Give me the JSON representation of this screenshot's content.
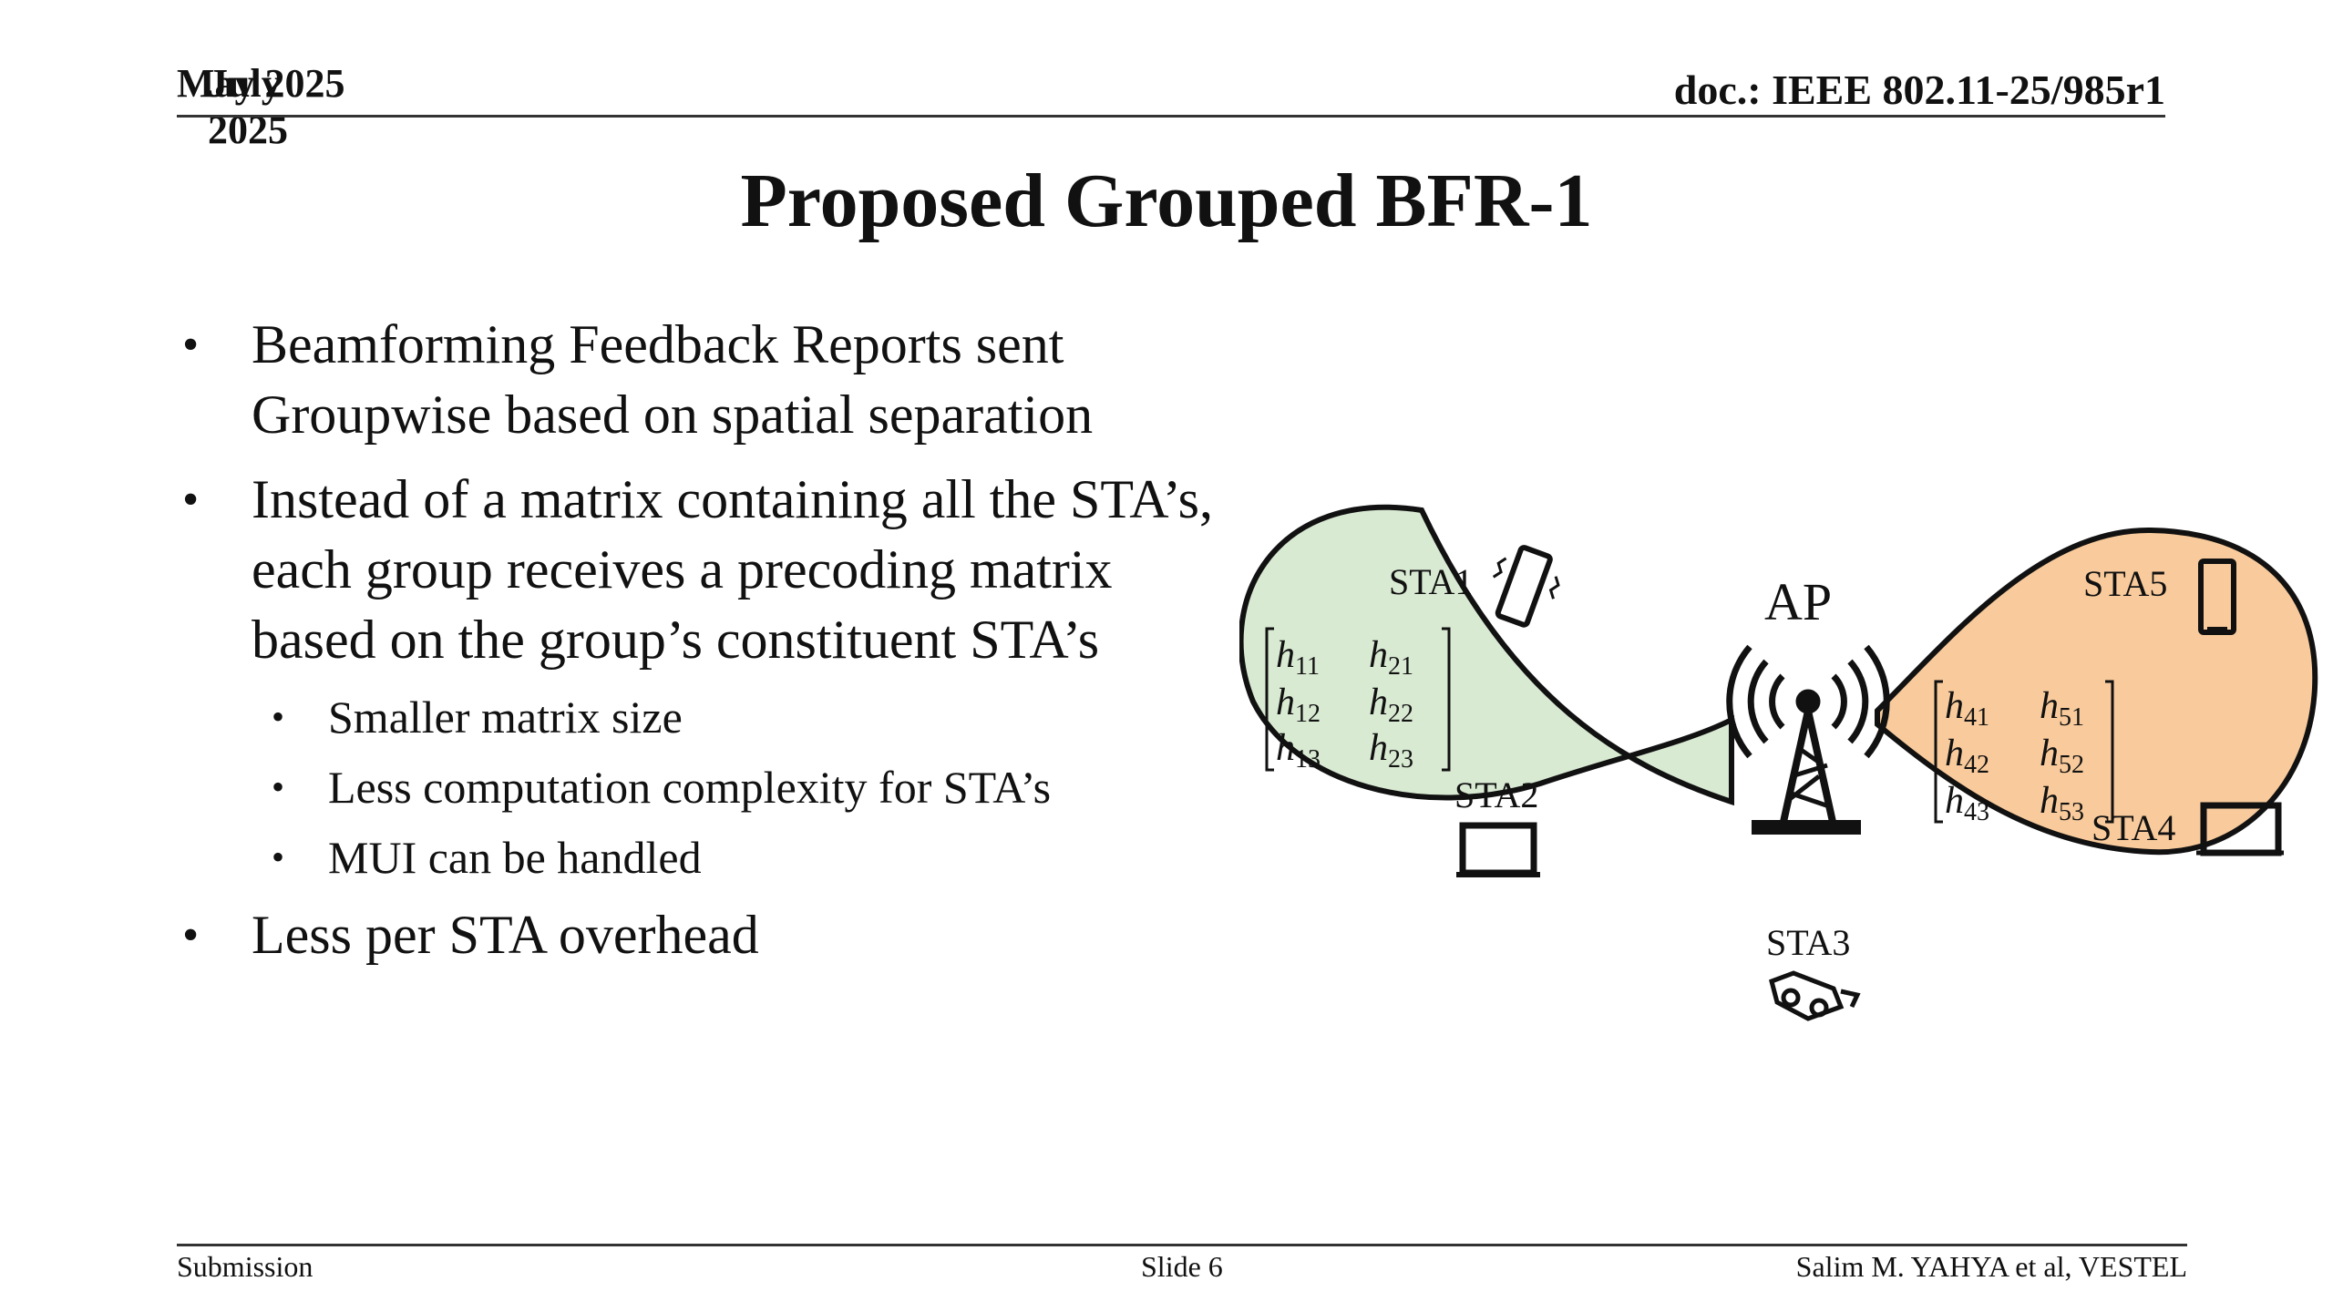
{
  "header": {
    "date": "May 2025",
    "date_ghost": "July 2025",
    "doc_id": "doc.: IEEE 802.11-25/985r1"
  },
  "title": "Proposed Grouped BFR-1",
  "bullets": [
    {
      "text": "Beamforming Feedback Reports sent Groupwise based on spatial separation"
    },
    {
      "text": "Instead of a matrix containing all the STA’s, each group receives a precoding matrix based on the group’s constituent STA’s",
      "sub": [
        "Smaller matrix size",
        "Less computation complexity for STA’s",
        "MUI can be handled"
      ]
    },
    {
      "text": "Less per STA overhead"
    }
  ],
  "bullet_glyph": "•",
  "diagram": {
    "ap_label": "AP",
    "stations": [
      "STA1",
      "STA2",
      "STA3",
      "STA4",
      "STA5"
    ],
    "left_group_color": "#d9ead3",
    "right_group_color": "#f9cb9c",
    "left_matrix": [
      [
        "h",
        "11",
        "h",
        "21"
      ],
      [
        "h",
        "12",
        "h",
        "22"
      ],
      [
        "h",
        "13",
        "h",
        "23"
      ]
    ],
    "right_matrix": [
      [
        "h",
        "41",
        "h",
        "51"
      ],
      [
        "h",
        "42",
        "h",
        "52"
      ],
      [
        "h",
        "43",
        "h",
        "53"
      ]
    ]
  },
  "footer": {
    "left": "Submission",
    "center": "Slide 6",
    "right": "Salim M. YAHYA et al, VESTEL"
  }
}
